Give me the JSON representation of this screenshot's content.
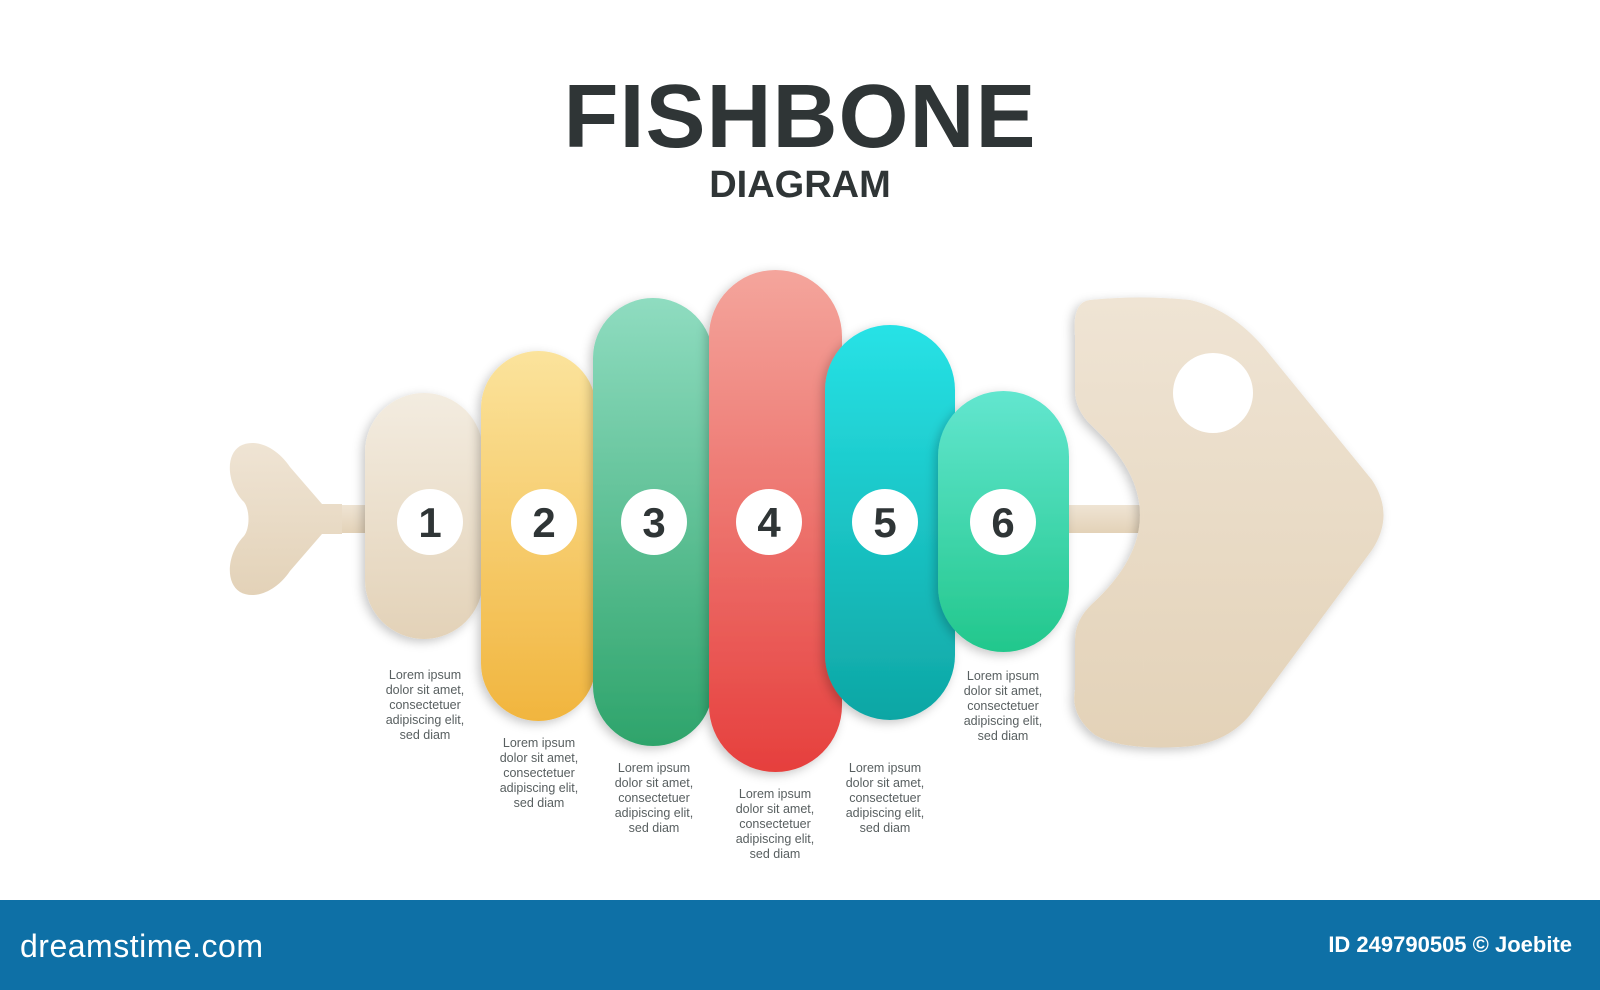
{
  "title": "FISHBONE",
  "subtitle": "DIAGRAM",
  "segments": [
    {
      "number": "1",
      "text": "Lorem ipsum\ndolor sit amet,\nconsectetuer\nadipiscing elit,\nsed diam",
      "color_top": "#f3ece0",
      "color_bottom": "#e3d2b8"
    },
    {
      "number": "2",
      "text": "Lorem ipsum\ndolor sit amet,\nconsectetuer\nadipiscing elit,\nsed diam",
      "color_top": "#fbe39c",
      "color_bottom": "#f1b53e"
    },
    {
      "number": "3",
      "text": "Lorem ipsum\ndolor sit amet,\nconsectetuer\nadipiscing elit,\nsed diam",
      "color_top": "#8fdcc0",
      "color_bottom": "#2ea46b"
    },
    {
      "number": "4",
      "text": "Lorem ipsum\ndolor sit amet,\nconsectetuer\nadipiscing elit,\nsed diam",
      "color_top": "#f4a59c",
      "color_bottom": "#e63f3d"
    },
    {
      "number": "5",
      "text": "Lorem ipsum\ndolor sit amet,\nconsectetuer\nadipiscing elit,\nsed diam",
      "color_top": "#27e2e6",
      "color_bottom": "#0ea6a4"
    },
    {
      "number": "6",
      "text": "Lorem ipsum\ndolor sit amet,\nconsectetuer\nadipiscing elit,\nsed diam",
      "color_top": "#62e6cf",
      "color_bottom": "#22c78c"
    }
  ],
  "fish_color": "#e9dbc6",
  "footer": {
    "brand": "dreamstime.com",
    "credit": "ID 249790505 © Joebite",
    "background": "#0e70a6"
  }
}
